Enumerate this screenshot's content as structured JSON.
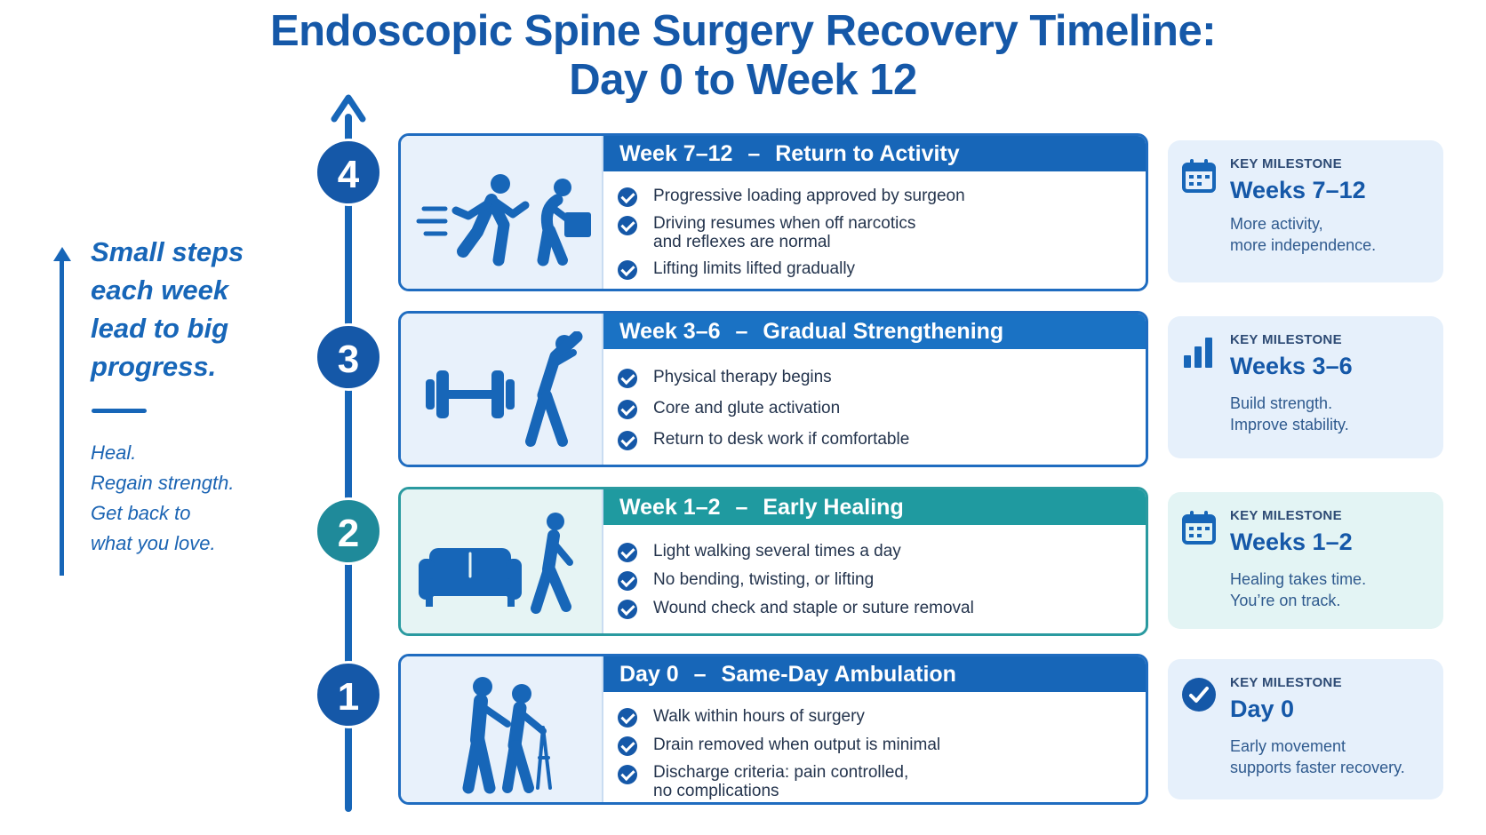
{
  "title": {
    "line1": "Endoscopic Spine Surgery Recovery Timeline:",
    "line2": "Day 0 to Week 12"
  },
  "quote": {
    "text": "Small steps each week lead to big progress.",
    "lines": [
      "Heal.",
      "Regain strength.",
      "Get back to",
      "what you love."
    ]
  },
  "phases": [
    {
      "number": "4",
      "period": "Week 7–12",
      "separator": "–",
      "name": "Return to Activity",
      "icons": [
        "running-person-icon",
        "lifting-box-icon"
      ],
      "bullets": [
        "Progressive loading approved by surgeon",
        "Driving resumes when off narcotics\nand reflexes are normal",
        "Lifting limits lifted gradually"
      ],
      "milestone": {
        "kicker": "KEY MILESTONE",
        "title": "Weeks 7–12",
        "desc": [
          "More activity,",
          "more independence."
        ],
        "icon": "calendar-icon"
      }
    },
    {
      "number": "3",
      "period": "Week 3–6",
      "separator": "–",
      "name": "Gradual Strengthening",
      "icons": [
        "dumbbell-icon",
        "stretching-person-icon"
      ],
      "bullets": [
        "Physical therapy begins",
        "Core and glute activation",
        "Return to desk work if comfortable"
      ],
      "milestone": {
        "kicker": "KEY MILESTONE",
        "title": "Weeks 3–6",
        "desc": [
          "Build strength.",
          "Improve stability."
        ],
        "icon": "bar-chart-icon"
      }
    },
    {
      "number": "2",
      "period": "Week 1–2",
      "separator": "–",
      "name": "Early Healing",
      "icons": [
        "sofa-icon",
        "walking-person-icon"
      ],
      "bullets": [
        "Light walking several times a day",
        "No bending, twisting, or lifting",
        "Wound check and staple or suture removal"
      ],
      "milestone": {
        "kicker": "KEY MILESTONE",
        "title": "Weeks 1–2",
        "desc": [
          "Healing takes time.",
          "You’re on track."
        ],
        "icon": "calendar-icon"
      }
    },
    {
      "number": "1",
      "period": "Day 0",
      "separator": "–",
      "name": "Same-Day Ambulation",
      "icons": [
        "assisted-walking-with-walker-icon"
      ],
      "bullets": [
        "Walk within hours of surgery",
        "Drain removed when output is minimal",
        "Discharge criteria: pain controlled,\nno complications"
      ],
      "milestone": {
        "kicker": "KEY MILESTONE",
        "title": "Day 0",
        "desc": [
          "Early movement",
          "supports faster recovery."
        ],
        "icon": "check-circle-icon"
      }
    }
  ],
  "colors": {
    "primary": "#1766b8",
    "teal": "#1f9aa0",
    "milestone_bg_blue": "#e6f0fb",
    "milestone_bg_teal": "#e3f4f4"
  }
}
